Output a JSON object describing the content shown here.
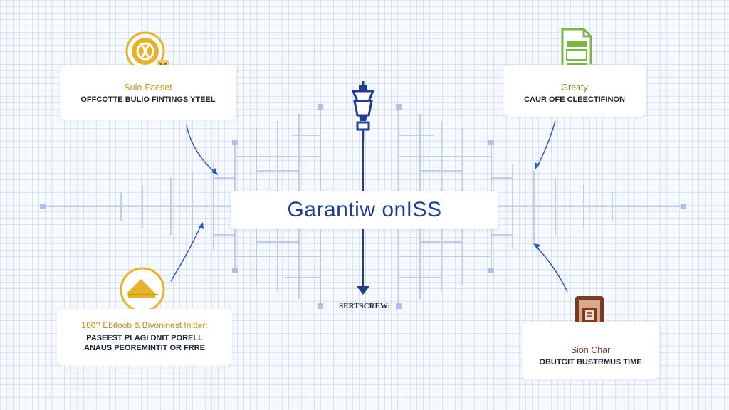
{
  "center": {
    "title": "Garantiw onISS"
  },
  "flow_label": "Sertscrew:",
  "nodes": [
    {
      "title": "Sulo-Faeset",
      "subtitle": "OFFCOTTE BULIO FINTINGS YTEEL",
      "title_color": "#c8961a"
    },
    {
      "title": "Greaty",
      "subtitle": "CAUR OFE CLEECTIFINON",
      "title_color": "#6a8a2a"
    },
    {
      "title": "180? Ebitoob & Bivoninest Initter:",
      "subtitle_lines": [
        "PASEEST PLAGI DNIT PORELL",
        "ANAUS PEOREMINTIT OR FRRE"
      ],
      "title_color": "#b8901a"
    },
    {
      "title": "Sion Char",
      "subtitle": "OBUTGIT BUSTRMUS TIME",
      "title_color": "#6b3a2a"
    }
  ],
  "icons": {
    "top_left": "coin-hand-icon",
    "top_right": "spreadsheet-document-icon",
    "bottom_left": "house-icon",
    "bottom_right": "mobile-phone-icon",
    "center_top": "street-lamp-icon"
  },
  "colors": {
    "accent": "#1f3e91",
    "gold": "#e5b22b",
    "green": "#7ab648",
    "brown": "#7a3b26",
    "arrow": "#2e55b8"
  }
}
